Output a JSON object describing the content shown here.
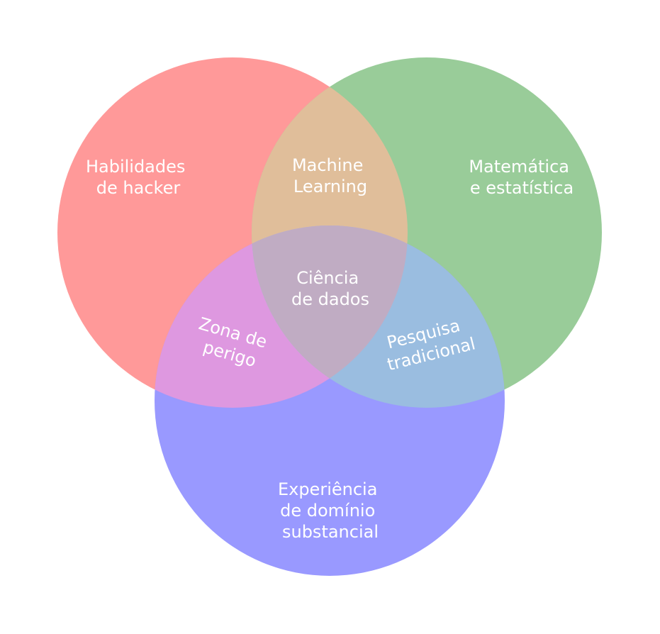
{
  "diagram": {
    "type": "venn-3",
    "sets": [
      {
        "id": "hacker",
        "label_lines": [
          "Habilidades",
          "de hacker"
        ],
        "color": "#FF9999"
      },
      {
        "id": "math",
        "label_lines": [
          "Matemática",
          "e estatística"
        ],
        "color": "#99CC99"
      },
      {
        "id": "domain",
        "label_lines": [
          "Experiência",
          "de domínio",
          "substancial"
        ],
        "color": "#9999FF"
      }
    ],
    "intersections": [
      {
        "id": "machine-learning",
        "sets": [
          "hacker",
          "math"
        ],
        "label_lines": [
          "Machine",
          "Learning"
        ],
        "color": "#E0BE9A"
      },
      {
        "id": "danger-zone",
        "sets": [
          "hacker",
          "domain"
        ],
        "label_lines": [
          "Zona de",
          "perigo"
        ],
        "color": "#DE98E0"
      },
      {
        "id": "traditional-research",
        "sets": [
          "math",
          "domain"
        ],
        "label_lines": [
          "Pesquisa",
          "tradicional"
        ],
        "color": "#9ABDE0"
      },
      {
        "id": "data-science",
        "sets": [
          "hacker",
          "math",
          "domain"
        ],
        "label_lines": [
          "Ciência",
          "de dados"
        ],
        "color": "#C0ACC3"
      }
    ],
    "label_color": "#FFFFFF",
    "background": "#FFFFFF"
  }
}
